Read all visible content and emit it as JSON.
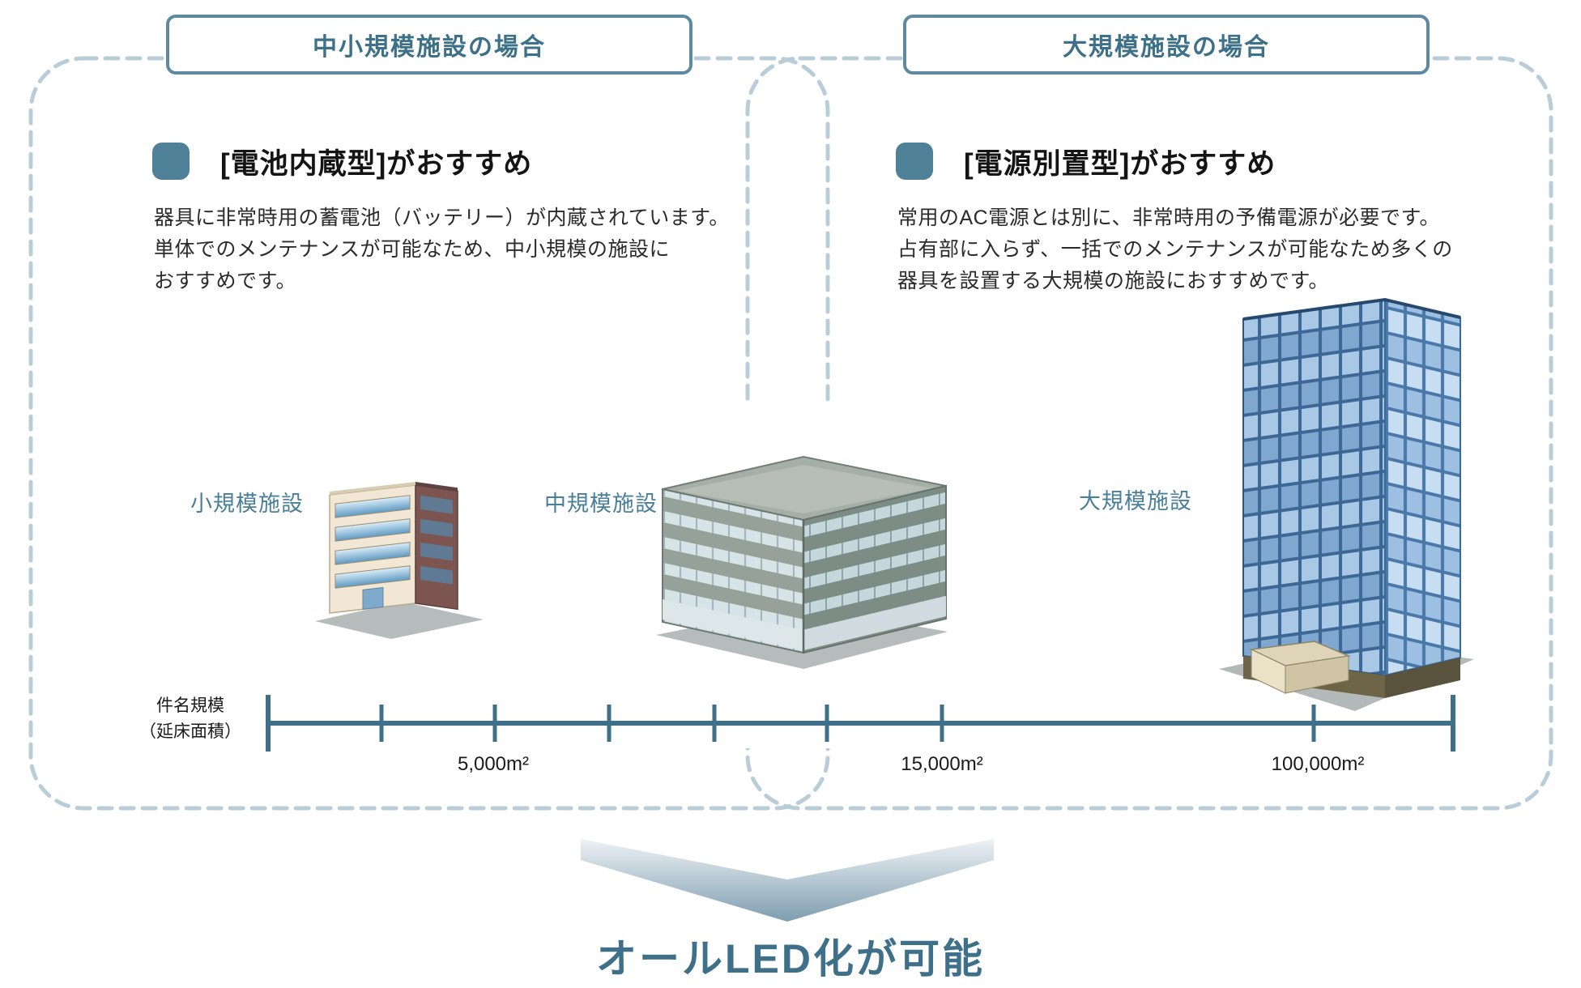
{
  "headers": {
    "left": "中小規模施設の場合",
    "right": "大規模施設の場合"
  },
  "sections": {
    "left": {
      "title": "[電池内蔵型]がおすすめ",
      "body": "器具に非常時用の蓄電池（バッテリー）が内蔵されています。\n単体でのメンテナンスが可能なため、中小規模の施設に\nおすすめです。"
    },
    "right": {
      "title": "[電源別置型]がおすすめ",
      "body": "常用のAC電源とは別に、非常時用の予備電源が必要です。\n占有部に入らず、一括でのメンテナンスが可能なため多くの\n器具を設置する大規模の施設におすすめです。"
    }
  },
  "buildings": {
    "small_label": "小規模施設",
    "medium_label": "中規模施設",
    "large_label": "大規模施設"
  },
  "axis": {
    "label_line1": "件名規模",
    "label_line2": "（延床面積）",
    "tick_labels": [
      "5,000m²",
      "15,000m²",
      "100,000m²"
    ]
  },
  "conclusion": "オールLED化が可能",
  "colors": {
    "accent_teal_text": "#3d7089",
    "accent_teal_border": "#5d8aa1",
    "bullet_square": "#4e8098",
    "dashed_boundary": "#b9cdd8",
    "body_text": "#2b2b2b"
  }
}
